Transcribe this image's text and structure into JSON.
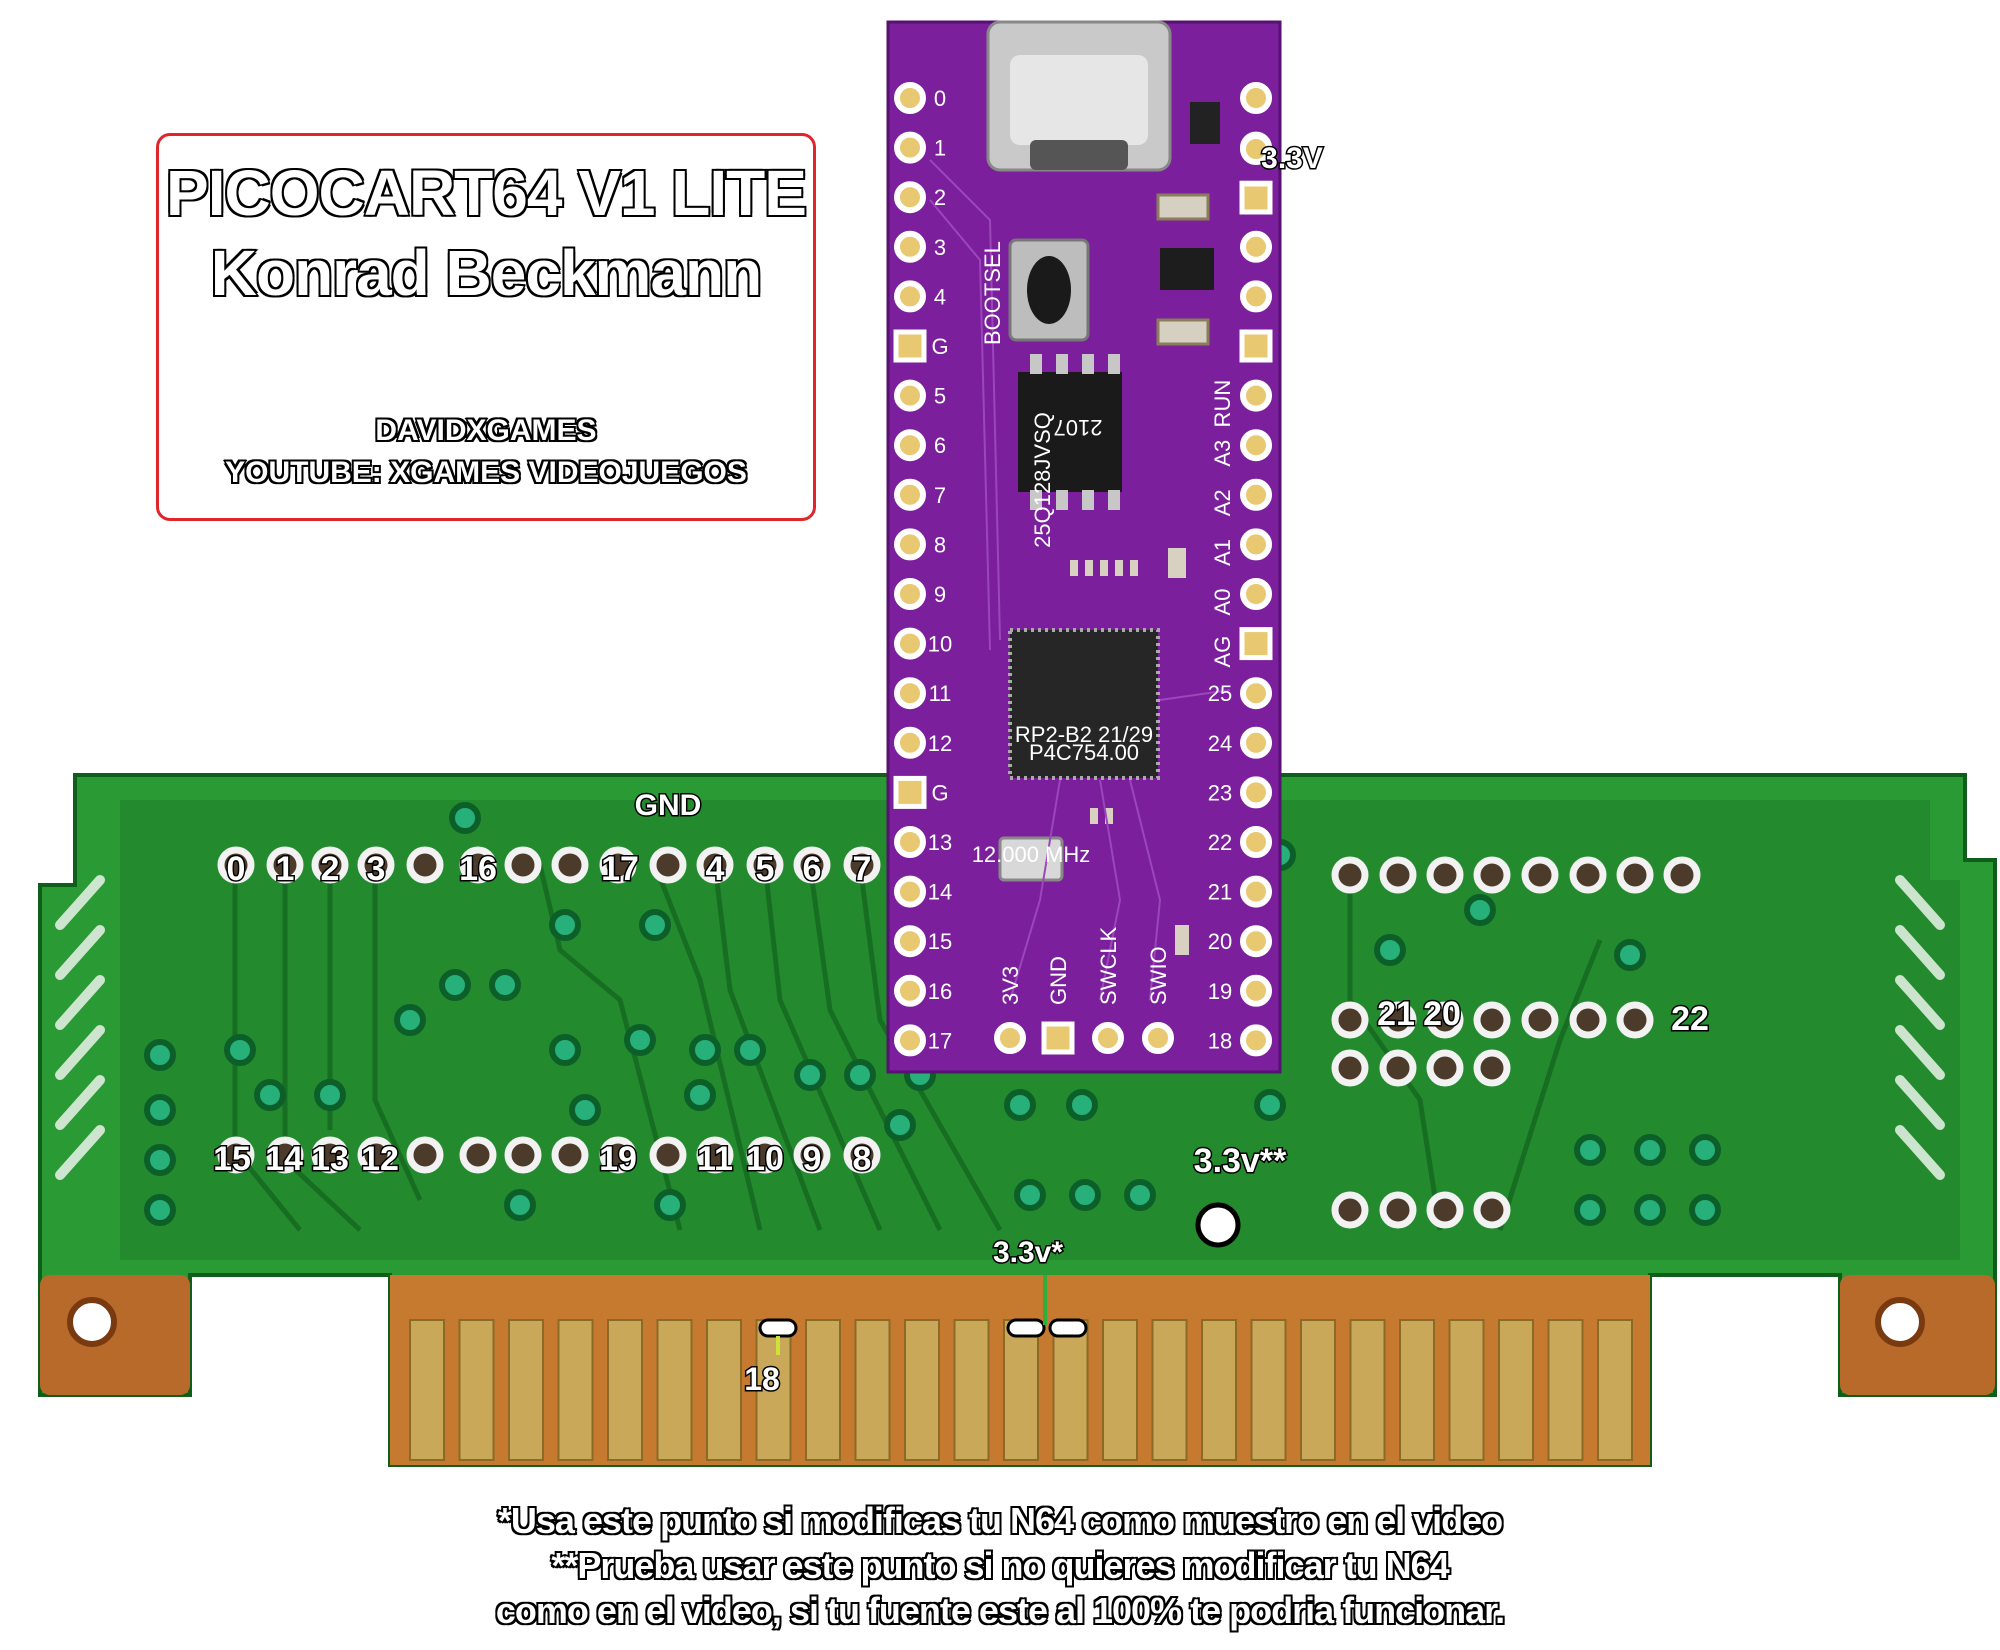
{
  "title": {
    "line1": "PICOCART64 V1 LITE",
    "line2": "Konrad Beckmann",
    "credit1": "DAVIDXGAMES",
    "credit2": "YOUTUBE: XGAMES VIDEOJUEGOS"
  },
  "notes": {
    "line1": "*Usa este punto si modificas tu N64 como muestro en el video",
    "line2": "**Prueba usar este punto si no quieres modificar tu N64",
    "line3": "como en el video, si tu fuente este al 100% te podria funcionar."
  },
  "pico": {
    "left_pins": [
      "0",
      "1",
      "2",
      "3",
      "4",
      "G",
      "5",
      "6",
      "7",
      "8",
      "9",
      "10",
      "11",
      "12",
      "G",
      "13",
      "14",
      "15",
      "16",
      "17"
    ],
    "right_pins": [
      "",
      "",
      "",
      "",
      "",
      "",
      "RUN",
      "A3",
      "A2",
      "A1",
      "A0",
      "AG",
      "25",
      "24",
      "23",
      "22",
      "21",
      "20",
      "19",
      "18"
    ],
    "bottom_pins": [
      "3V3",
      "GND",
      "SWCLK",
      "SWIO"
    ],
    "bootsel": "BOOTSEL",
    "chip_text1": "RP2-B2  21/29",
    "chip_text2": "P4C754.00",
    "flash_text1": "25Q128JVSQ",
    "flash_text2": "2107",
    "crystal_text": "12.000 MHz",
    "v33_label": "3.3V",
    "colors": {
      "board": "#7b1f9c",
      "pcb": "#1f8a2e",
      "gold": "#b8832f"
    }
  },
  "cart": {
    "top_labels": [
      "0",
      "1",
      "2",
      "3",
      "16",
      "17",
      "4",
      "5",
      "6",
      "7"
    ],
    "bottom_labels": [
      "15",
      "14",
      "13",
      "12",
      "19",
      "11",
      "10",
      "9",
      "8"
    ],
    "right_top_labels": [
      "21",
      "20",
      "22"
    ],
    "gnd_label": "GND",
    "v33_double": "3.3v**",
    "v33_single": "3.3v*",
    "pin18_label": "18"
  }
}
